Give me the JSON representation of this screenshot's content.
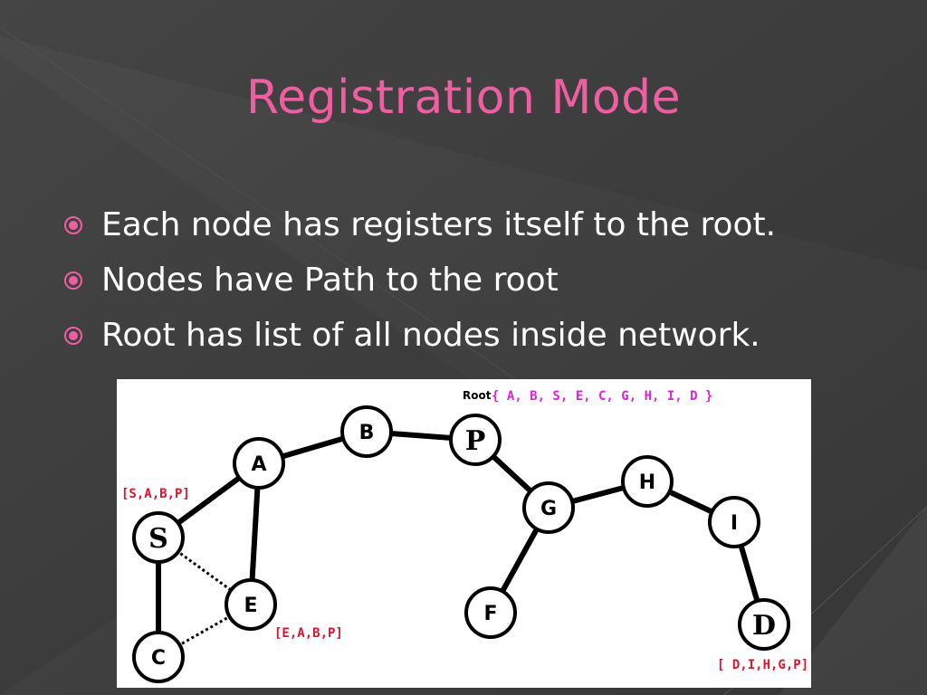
{
  "title": "Registration Mode",
  "bullets": [
    "Each node has registers itself to the root.",
    "Nodes have Path to the root",
    "Root has list of all nodes inside network."
  ],
  "colors": {
    "title": "#ee5ea0",
    "bullet_icon": "#ee5ea0",
    "background": "#3f3f3f",
    "path_label": "#e0142a",
    "root_list": "#e020e0"
  },
  "diagram": {
    "root_word": "Root",
    "root_list": "{ A, B, S, E, C, G, H, I, D }",
    "nodes": {
      "A": "A",
      "B": "B",
      "P": "P",
      "G": "G",
      "H": "H",
      "I": "I",
      "S": "S",
      "E": "E",
      "C": "C",
      "F": "F",
      "D": "D"
    },
    "path_labels": {
      "S": "[S,A,B,P]",
      "E": "[E,A,B,P]",
      "D": "[ D,I,H,G,P]"
    }
  }
}
